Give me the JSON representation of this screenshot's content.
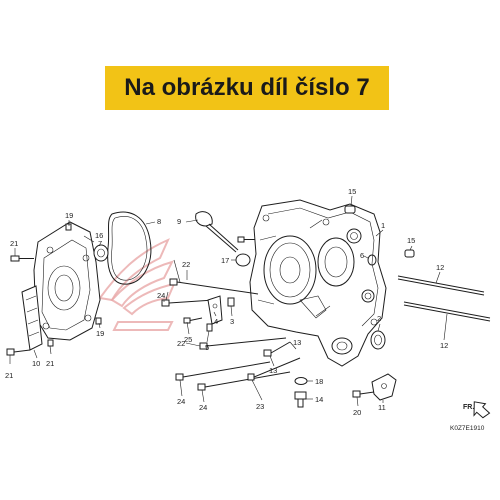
{
  "banner": {
    "text": "Na obrázku díl číslo 7",
    "color": "#f2c316"
  },
  "diagram": {
    "code": "K0Z7E1910",
    "direction": "FR."
  },
  "callouts": [
    {
      "id": "c21a",
      "label": "21"
    },
    {
      "id": "c19a",
      "label": "19"
    },
    {
      "id": "c7",
      "label": "7"
    },
    {
      "id": "c16",
      "label": "16"
    },
    {
      "id": "c8",
      "label": "8"
    },
    {
      "id": "c9",
      "label": "9"
    },
    {
      "id": "c17",
      "label": "17"
    },
    {
      "id": "c22a",
      "label": "22"
    },
    {
      "id": "c24a",
      "label": "24"
    },
    {
      "id": "c4",
      "label": "4"
    },
    {
      "id": "c3",
      "label": "3"
    },
    {
      "id": "c25",
      "label": "25"
    },
    {
      "id": "c5",
      "label": "5"
    },
    {
      "id": "c19b",
      "label": "19"
    },
    {
      "id": "c10",
      "label": "10"
    },
    {
      "id": "c21b",
      "label": "21"
    },
    {
      "id": "c21c",
      "label": "21"
    },
    {
      "id": "c15a",
      "label": "15"
    },
    {
      "id": "c1",
      "label": "1"
    },
    {
      "id": "c15b",
      "label": "15"
    },
    {
      "id": "c12a",
      "label": "12"
    },
    {
      "id": "c12b",
      "label": "12"
    },
    {
      "id": "c2",
      "label": "2"
    },
    {
      "id": "c22b",
      "label": "22"
    },
    {
      "id": "c13a",
      "label": "13"
    },
    {
      "id": "c13b",
      "label": "13"
    },
    {
      "id": "c6",
      "label": "6"
    },
    {
      "id": "c18",
      "label": "18"
    },
    {
      "id": "c14",
      "label": "14"
    },
    {
      "id": "c24b",
      "label": "24"
    },
    {
      "id": "c24c",
      "label": "24"
    },
    {
      "id": "c23",
      "label": "23"
    },
    {
      "id": "c20",
      "label": "20"
    },
    {
      "id": "c11",
      "label": "11"
    }
  ]
}
